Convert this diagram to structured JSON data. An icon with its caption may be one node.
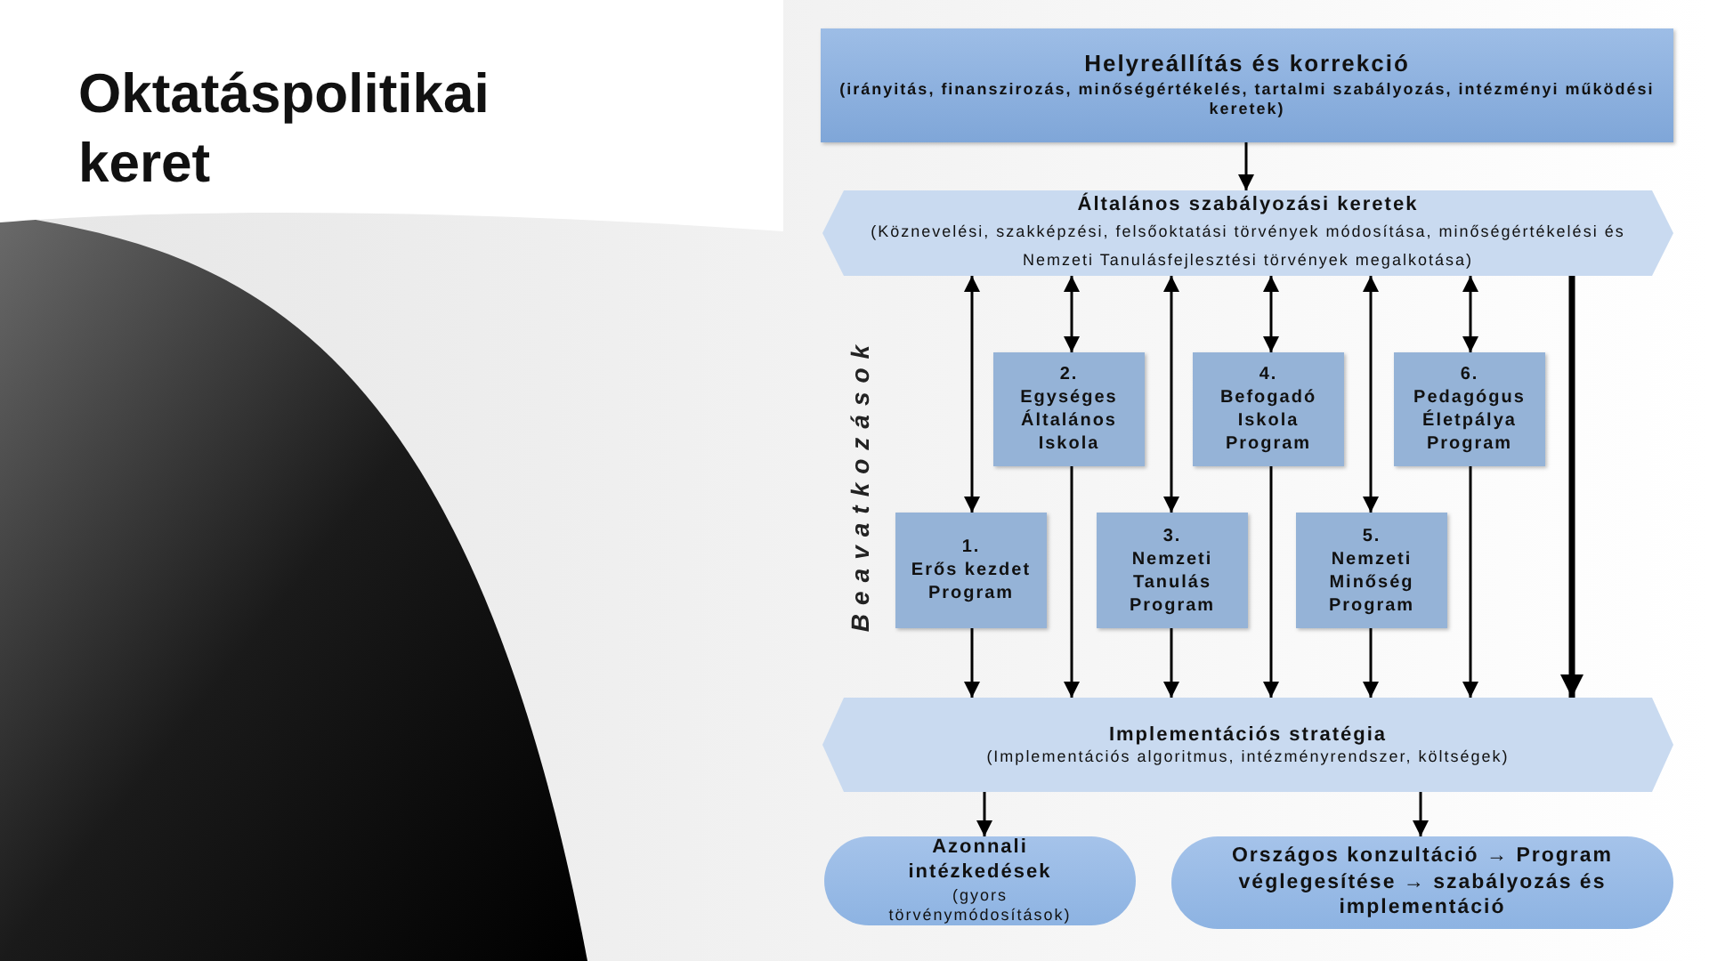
{
  "diagram": {
    "title": "Oktatáspolitikai keret",
    "nodes": [
      {
        "text": [
          "Helyreállítás és korrekció",
          "(irányitás, finanszirozás, minőségértékelés, tartalmi szabályozás, intézményi működési keretek)"
        ]
      },
      {
        "text": [
          "Általános szabályozási keretek",
          "(Köznevelési, szakképzési, felsőoktatási törvények módosítása, minőségértékelési és Nemzeti Tanulásfejlesztési törvények megalkotása)"
        ]
      },
      {
        "text": [
          "2.",
          "Egységes Általános Iskola"
        ]
      },
      {
        "text": [
          "4.",
          "Befogadó Iskola Program"
        ]
      },
      {
        "text": [
          "6.",
          "Pedagógus Életpálya Program"
        ]
      },
      {
        "text": [
          "1.",
          "Erős kezdet Program"
        ]
      },
      {
        "text": [
          "3.",
          "Nemzeti Tanulás Program"
        ]
      },
      {
        "text": [
          "5.",
          "Nemzeti Minőség Program"
        ]
      },
      {
        "text": [
          "Implementációs stratégia",
          "(Implementációs algoritmus, intézményrendszer, költségek)"
        ]
      },
      {
        "text": [
          "Azonnali intézkedések",
          "(gyors törvénymódosítások)"
        ]
      },
      {
        "text": [
          "Országos konzultáció → Program véglegesítése → szabályozás és implementáció"
        ]
      }
    ],
    "edges": [
      {
        "from": 0,
        "to": 1,
        "arrow": "to"
      },
      {
        "from": 1,
        "to": 5,
        "arrow": "both"
      },
      {
        "from": 1,
        "to": 2,
        "arrow": "both"
      },
      {
        "from": 1,
        "to": 6,
        "arrow": "both"
      },
      {
        "from": 1,
        "to": 3,
        "arrow": "both"
      },
      {
        "from": 1,
        "to": 7,
        "arrow": "both"
      },
      {
        "from": 1,
        "to": 4,
        "arrow": "both"
      },
      {
        "from": 1,
        "to": 8,
        "arrow": "to",
        "style": "thick"
      },
      {
        "from": 5,
        "to": 8,
        "arrow": "to"
      },
      {
        "from": 2,
        "to": 8,
        "arrow": "to"
      },
      {
        "from": 6,
        "to": 8,
        "arrow": "to"
      },
      {
        "from": 3,
        "to": 8,
        "arrow": "to"
      },
      {
        "from": 7,
        "to": 8,
        "arrow": "to"
      },
      {
        "from": 4,
        "to": 8,
        "arrow": "to"
      },
      {
        "from": 8,
        "to": 9,
        "arrow": "to"
      },
      {
        "from": 8,
        "to": 10,
        "arrow": "to"
      }
    ],
    "labels": [
      "Beavatkozások"
    ]
  }
}
